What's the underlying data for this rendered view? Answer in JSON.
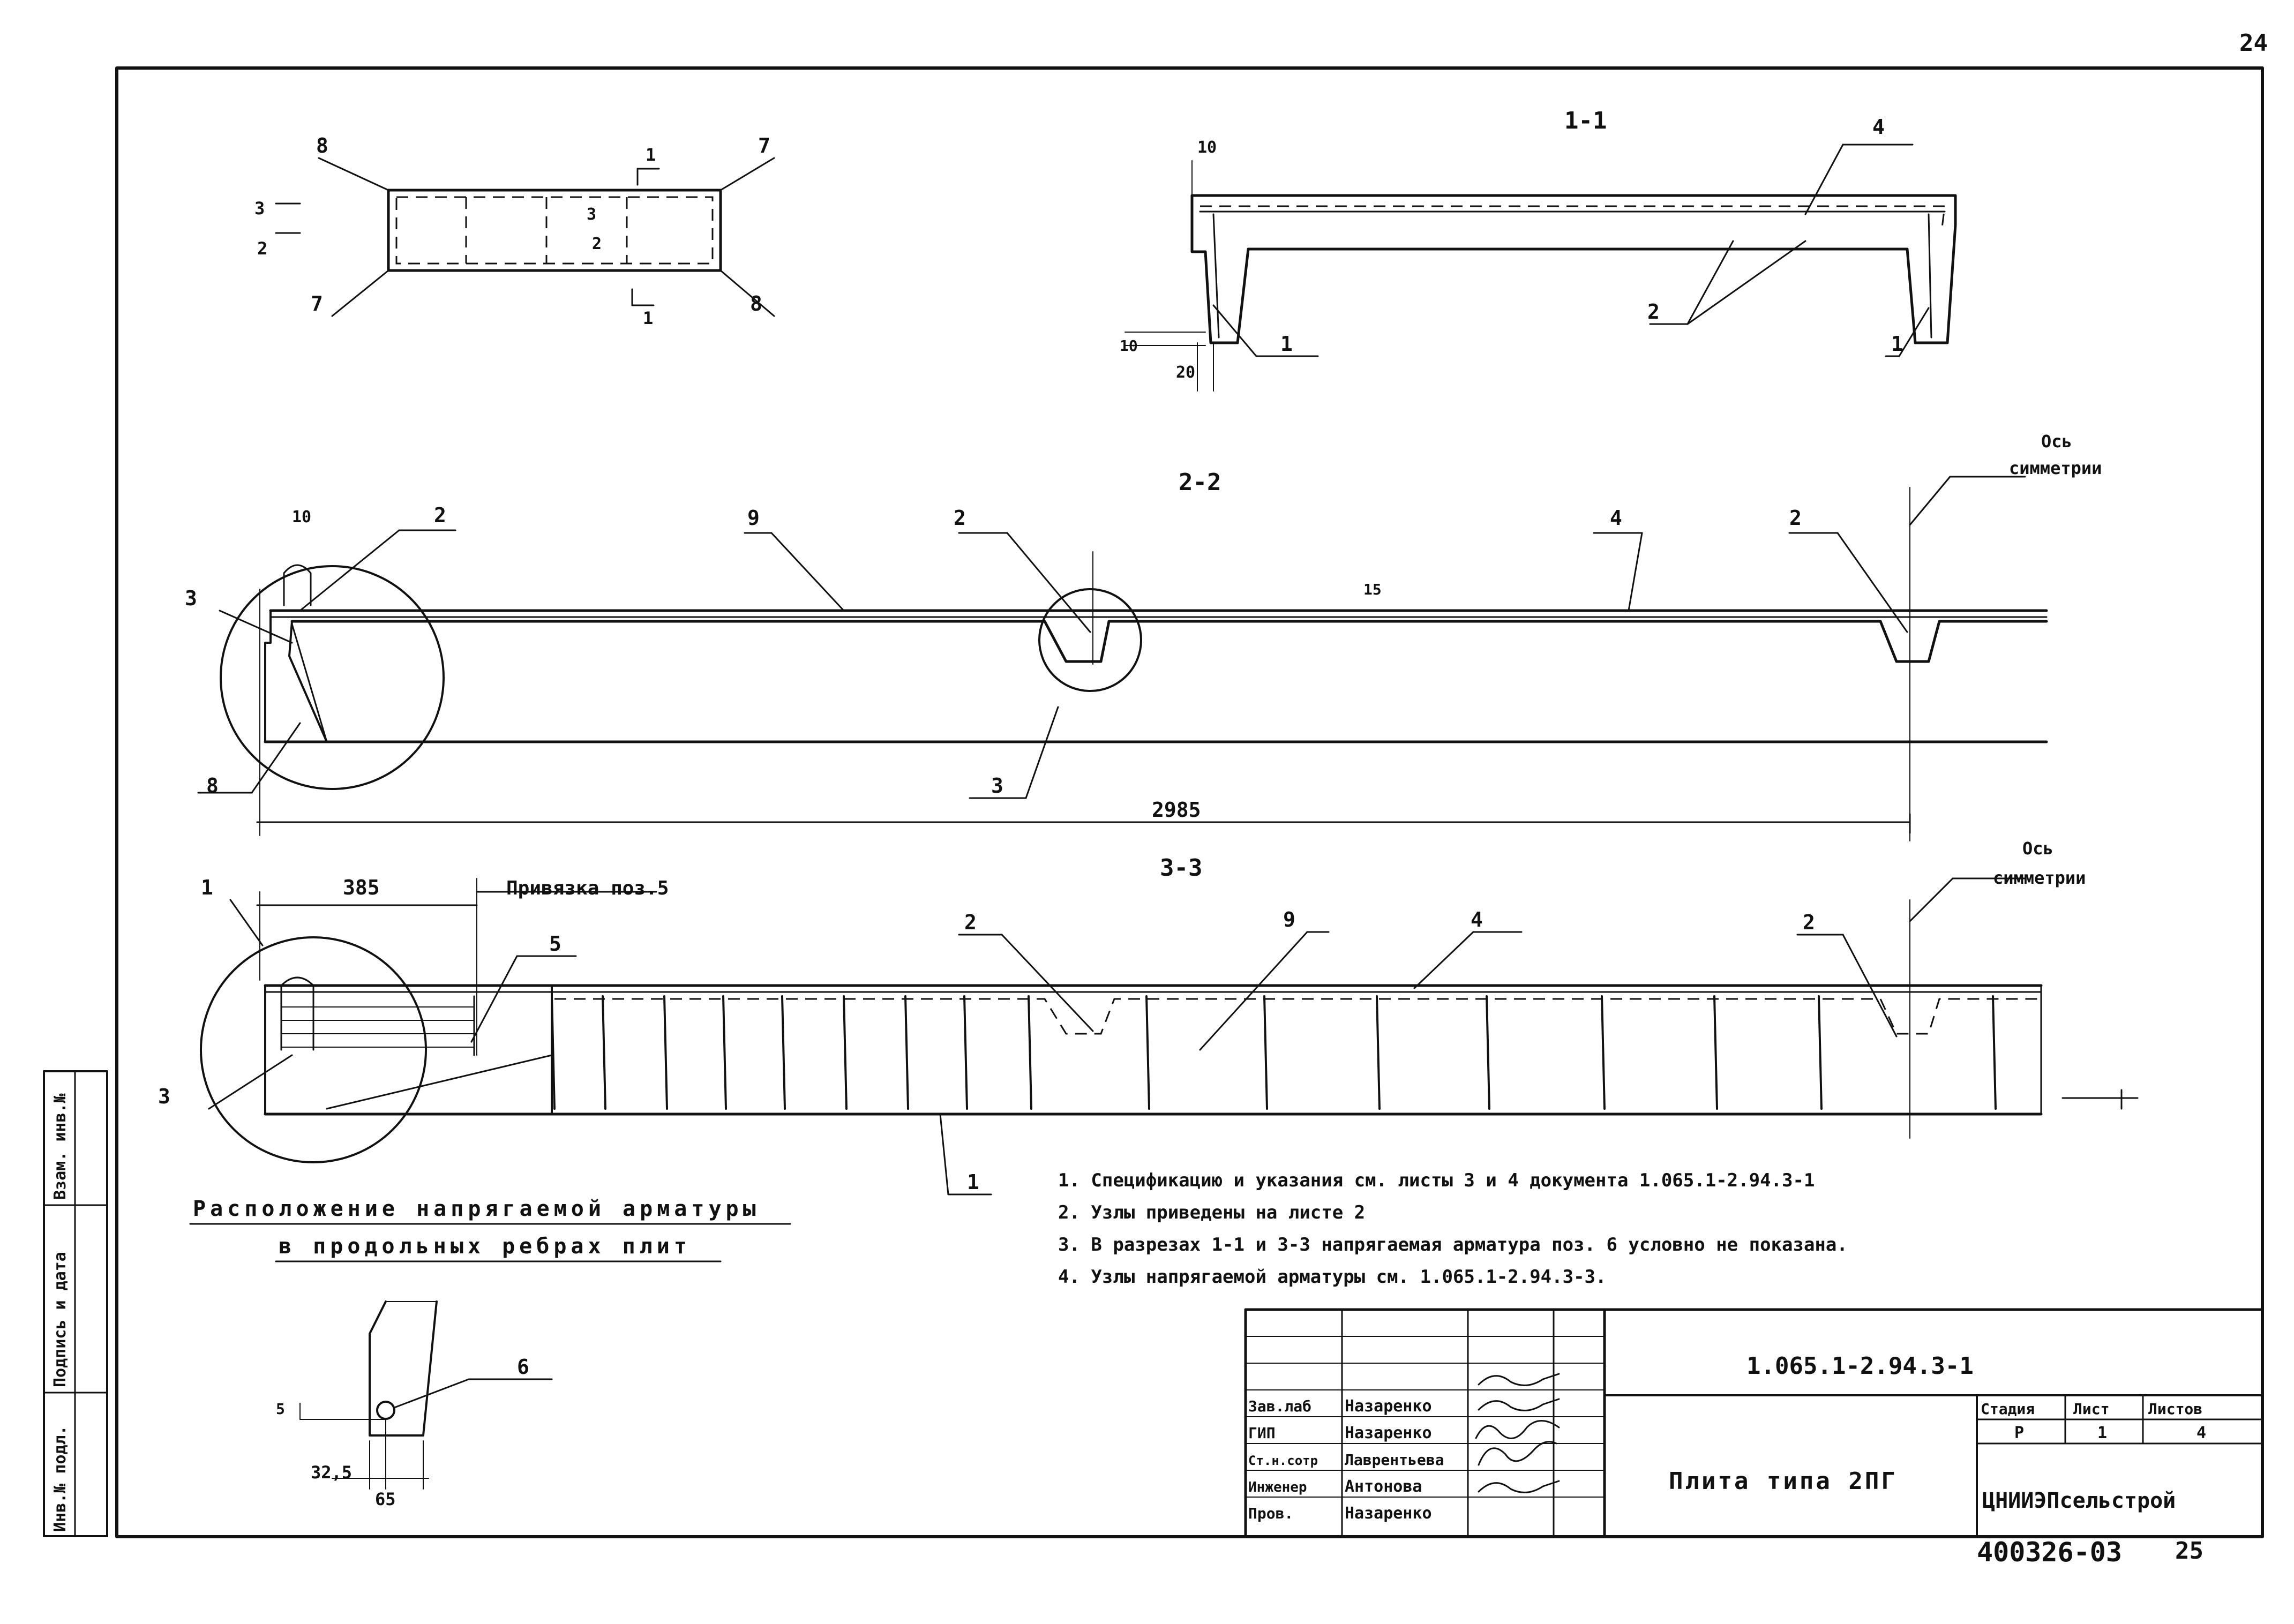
{
  "page_number": "24",
  "sections": {
    "s11": {
      "title": "1-1",
      "callouts": [
        "10",
        "4",
        "10",
        "20",
        "1",
        "2",
        "1"
      ]
    },
    "s22": {
      "title": "2-2",
      "callouts": [
        "10",
        "2",
        "9",
        "2",
        "4",
        "2",
        "3",
        "8",
        "3",
        "15"
      ],
      "dimension": "2985",
      "axis_label_1": "Ось",
      "axis_label_2": "симметрии"
    },
    "s33": {
      "title": "3-3",
      "callouts": [
        "1",
        "5",
        "2",
        "9",
        "4",
        "2",
        "3",
        "1"
      ],
      "dimension": "385",
      "binding": "Привязка поз.5",
      "axis_label_1": "Ось",
      "axis_label_2": "симметрии"
    }
  },
  "plan_callouts": [
    "8",
    "7",
    "7",
    "8",
    "1",
    "1",
    "3",
    "2",
    "3",
    "2"
  ],
  "arrangement": {
    "title_line1": "Расположение напрягаемой арматуры",
    "title_line2": "в продольных ребрах плит",
    "callout": "6",
    "dims": [
      "5",
      "32,5",
      "65"
    ]
  },
  "notes": [
    "1. Спецификацию и указания см. листы 3 и 4 документа 1.065.1-2.94.3-1",
    "2. Узлы приведены на листе 2",
    "3. В разрезах 1-1 и 3-3 напрягаемая арматура поз. 6 условно не показана.",
    "4. Узлы напрягаемой арматуры см. 1.065.1-2.94.3-3."
  ],
  "side_stamp": [
    "Инв.№ подл.",
    "Подпись и дата",
    "Взам. инв.№"
  ],
  "title_block": {
    "doc_code": "1.065.1-2.94.3-1",
    "roles": [
      {
        "role": "Зав.лаб",
        "name": "Назаренко"
      },
      {
        "role": "ГИП",
        "name": "Назаренко"
      },
      {
        "role": "Ст.н.сотр",
        "name": "Лаврентьева"
      },
      {
        "role": "Инженер",
        "name": "Антонова"
      },
      {
        "role": "Пров.",
        "name": "Назаренко"
      }
    ],
    "title": "Плита типа 2ПГ",
    "stage_header": "Стадия",
    "sheet_header": "Лист",
    "sheets_header": "Листов",
    "stage": "Р",
    "sheet": "1",
    "sheets": "4",
    "org": "ЦНИИЭПсельстрой"
  },
  "archive_number": "400326-03",
  "archive_page": "25"
}
